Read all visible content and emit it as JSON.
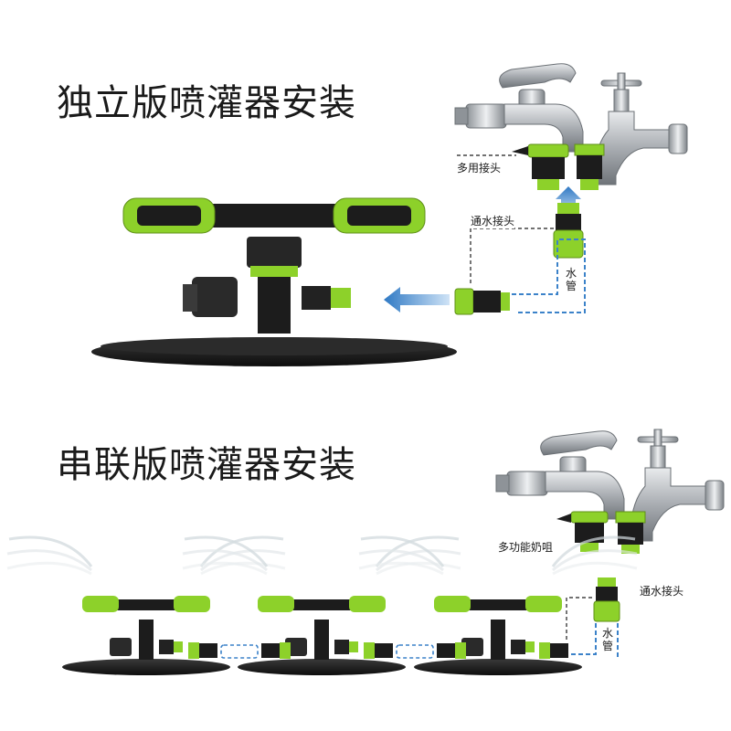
{
  "section_standalone": {
    "title": "独立版喷灌器安装",
    "label_multi_connector": "多用接头",
    "label_water_connector": "通水接头",
    "label_hose": "水管"
  },
  "section_series": {
    "title": "串联版喷灌器安装",
    "label_multi_connector": "多功能奶咀",
    "label_water_connector": "通水接头",
    "label_hose": "水管"
  },
  "colors": {
    "accent_green": "#8dd12a",
    "body_black": "#1c1c1c",
    "arrow_blue": "#2f79c4",
    "dashed_blue": "#3b82c9",
    "faucet_silver": "#b8bcc0"
  },
  "icons": [
    "faucet-lever-icon",
    "faucet-cross-icon",
    "sprinkler-icon",
    "hose-connector-icon",
    "water-spray-icon"
  ]
}
